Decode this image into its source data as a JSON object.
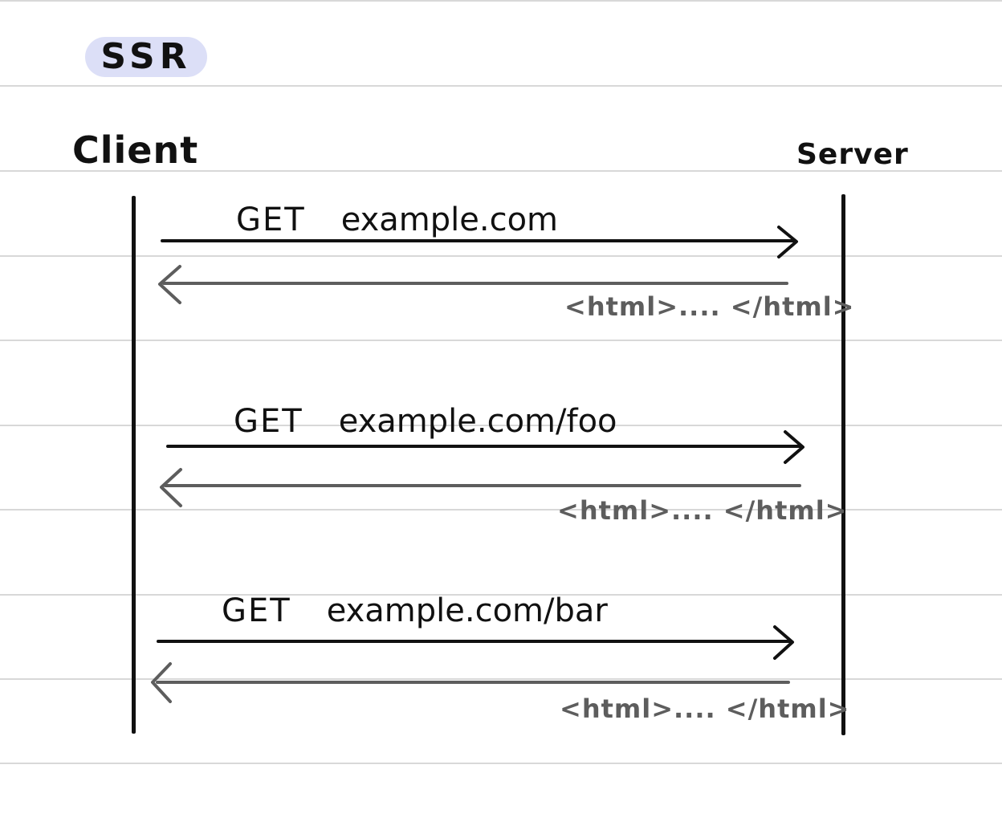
{
  "title": "SSR",
  "actors": {
    "client": "Client",
    "server": "Server"
  },
  "exchanges": [
    {
      "request": {
        "method": "GET",
        "url": "example.com"
      },
      "response": "<html>.... </html>"
    },
    {
      "request": {
        "method": "GET",
        "url": "example.com/foo"
      },
      "response": "<html>.... </html>"
    },
    {
      "request": {
        "method": "GET",
        "url": "example.com/bar"
      },
      "response": "<html>.... </html>"
    }
  ],
  "colors": {
    "background": "#ffffff",
    "ruled_lines": "#d8d8d8",
    "title_badge": "#dcdff7",
    "ink": "#111111",
    "response_ink": "#5d5d5d"
  }
}
